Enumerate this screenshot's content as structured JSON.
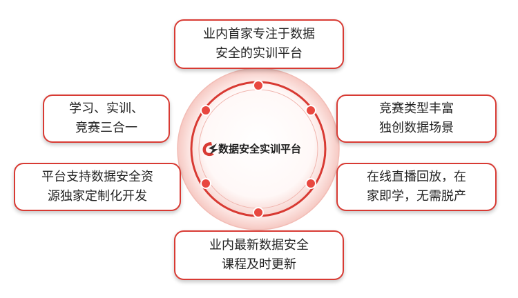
{
  "center": {
    "title": "数据安全实训平台"
  },
  "features": {
    "top": "业内首家专注于数据\n安全的实训平台",
    "top_left": "学习、实训、\n竞赛三合一",
    "top_right": "竞赛类型丰富\n独创数据场景",
    "mid_left": "平台支持数据安全资\n源独家定制化开发",
    "mid_right": "在线直播回放，在\n家即学，无需脱产",
    "bottom": "业内最新数据安全\n课程及时更新"
  },
  "colors": {
    "accent": "#d83a33",
    "ring_fill": "#fbe3df"
  }
}
